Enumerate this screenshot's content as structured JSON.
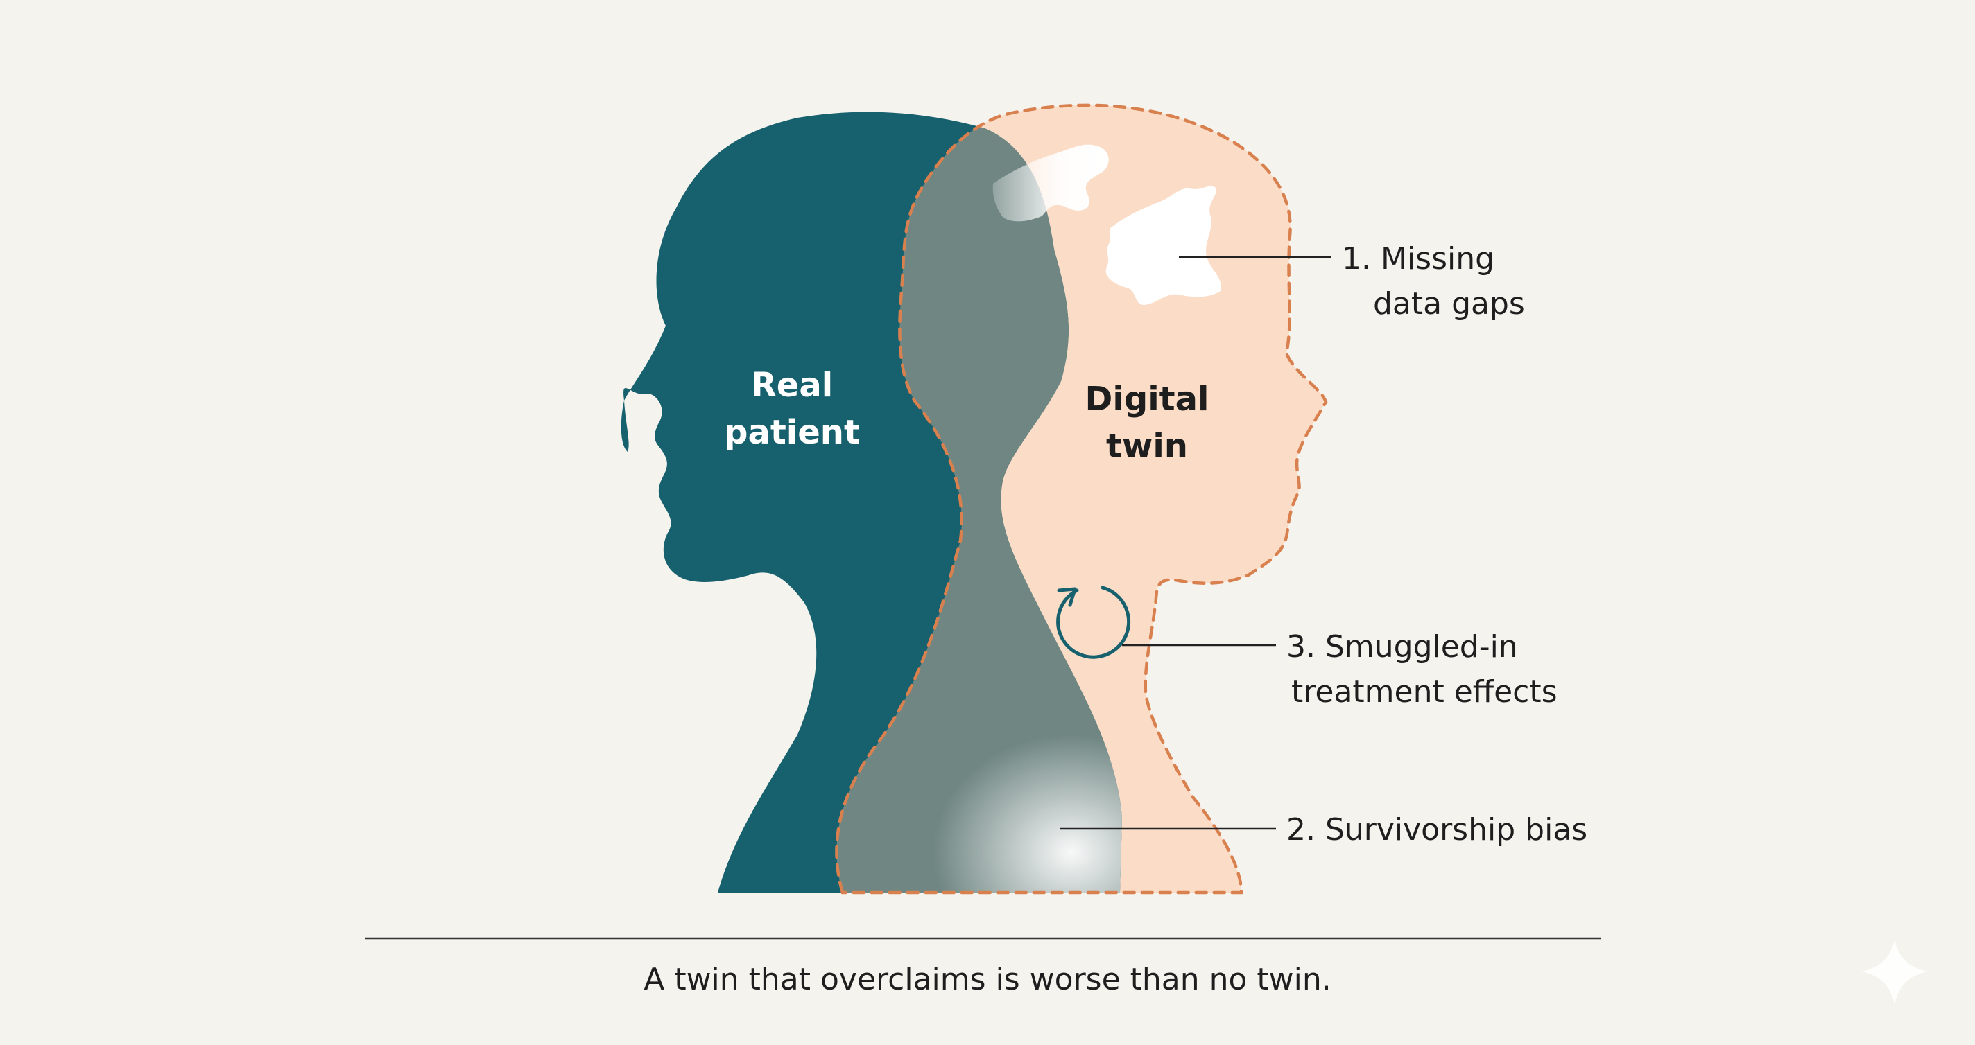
{
  "figure": {
    "real_label": [
      "Real",
      "patient"
    ],
    "twin_label": [
      "Digital",
      "twin"
    ],
    "callouts": [
      {
        "number": "1.",
        "lines": [
          "1. Missing",
          "data gaps"
        ]
      },
      {
        "number": "3.",
        "lines": [
          "3. Smuggled-in",
          "treatment effects"
        ]
      },
      {
        "number": "2.",
        "lines": [
          "2. Survivorship bias"
        ]
      }
    ],
    "caption": "A twin that overclaims is worse than no twin."
  },
  "colors": {
    "background": "#f4f3ee",
    "real_patient": "#17606d",
    "digital_twin": "#fbdcc6",
    "twin_outline": "#d9804f",
    "overlap": "#6f8682",
    "text_light": "#ffffff",
    "text_dark": "#1e1e1e"
  },
  "icons": {
    "treatment_effect": "circular-arrow-icon",
    "missing_data": "gap-blob-icon",
    "watermark": "sparkle-icon"
  }
}
